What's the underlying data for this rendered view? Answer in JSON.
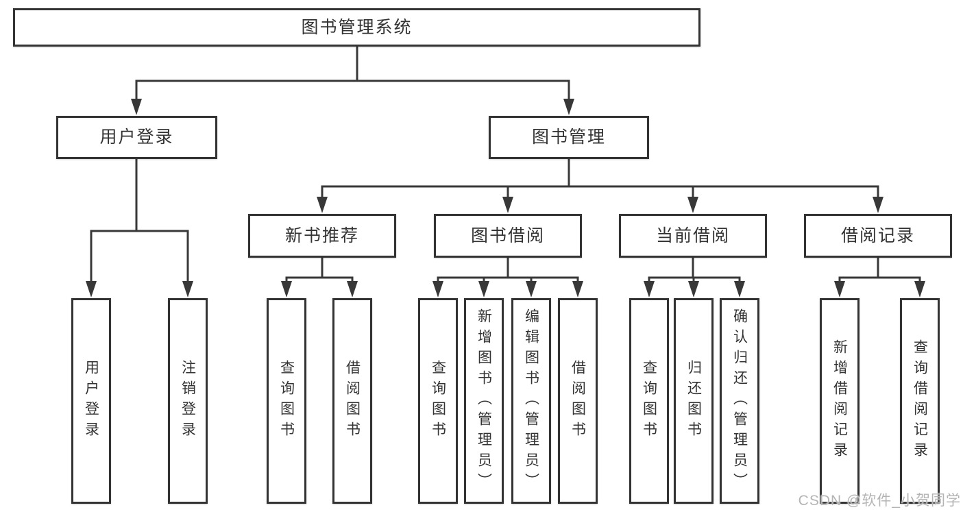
{
  "colors": {
    "line": "#383838",
    "box_border": "#333333",
    "text": "#333333",
    "watermark": "#b4b4b4",
    "background": "#ffffff"
  },
  "diagram": {
    "root": {
      "label": "图书管理系统"
    },
    "branches": [
      {
        "label": "用户登录",
        "children": [
          {
            "label": "用户登录"
          },
          {
            "label": "注销登录"
          }
        ]
      },
      {
        "label": "图书管理",
        "children": [
          {
            "label": "新书推荐",
            "children": [
              {
                "label": "查询图书"
              },
              {
                "label": "借阅图书"
              }
            ]
          },
          {
            "label": "图书借阅",
            "children": [
              {
                "label": "查询图书"
              },
              {
                "label": "新增图书（管理员）"
              },
              {
                "label": "编辑图书（管理员）"
              },
              {
                "label": "借阅图书"
              }
            ]
          },
          {
            "label": "当前借阅",
            "children": [
              {
                "label": "查询图书"
              },
              {
                "label": "归还图书"
              },
              {
                "label": "确认归还（管理员）"
              }
            ]
          },
          {
            "label": "借阅记录",
            "children": [
              {
                "label": "新增借阅记录"
              },
              {
                "label": "查询借阅记录"
              }
            ]
          }
        ]
      }
    ]
  },
  "watermark": {
    "text": "CSDN @软件_小贺同学"
  }
}
